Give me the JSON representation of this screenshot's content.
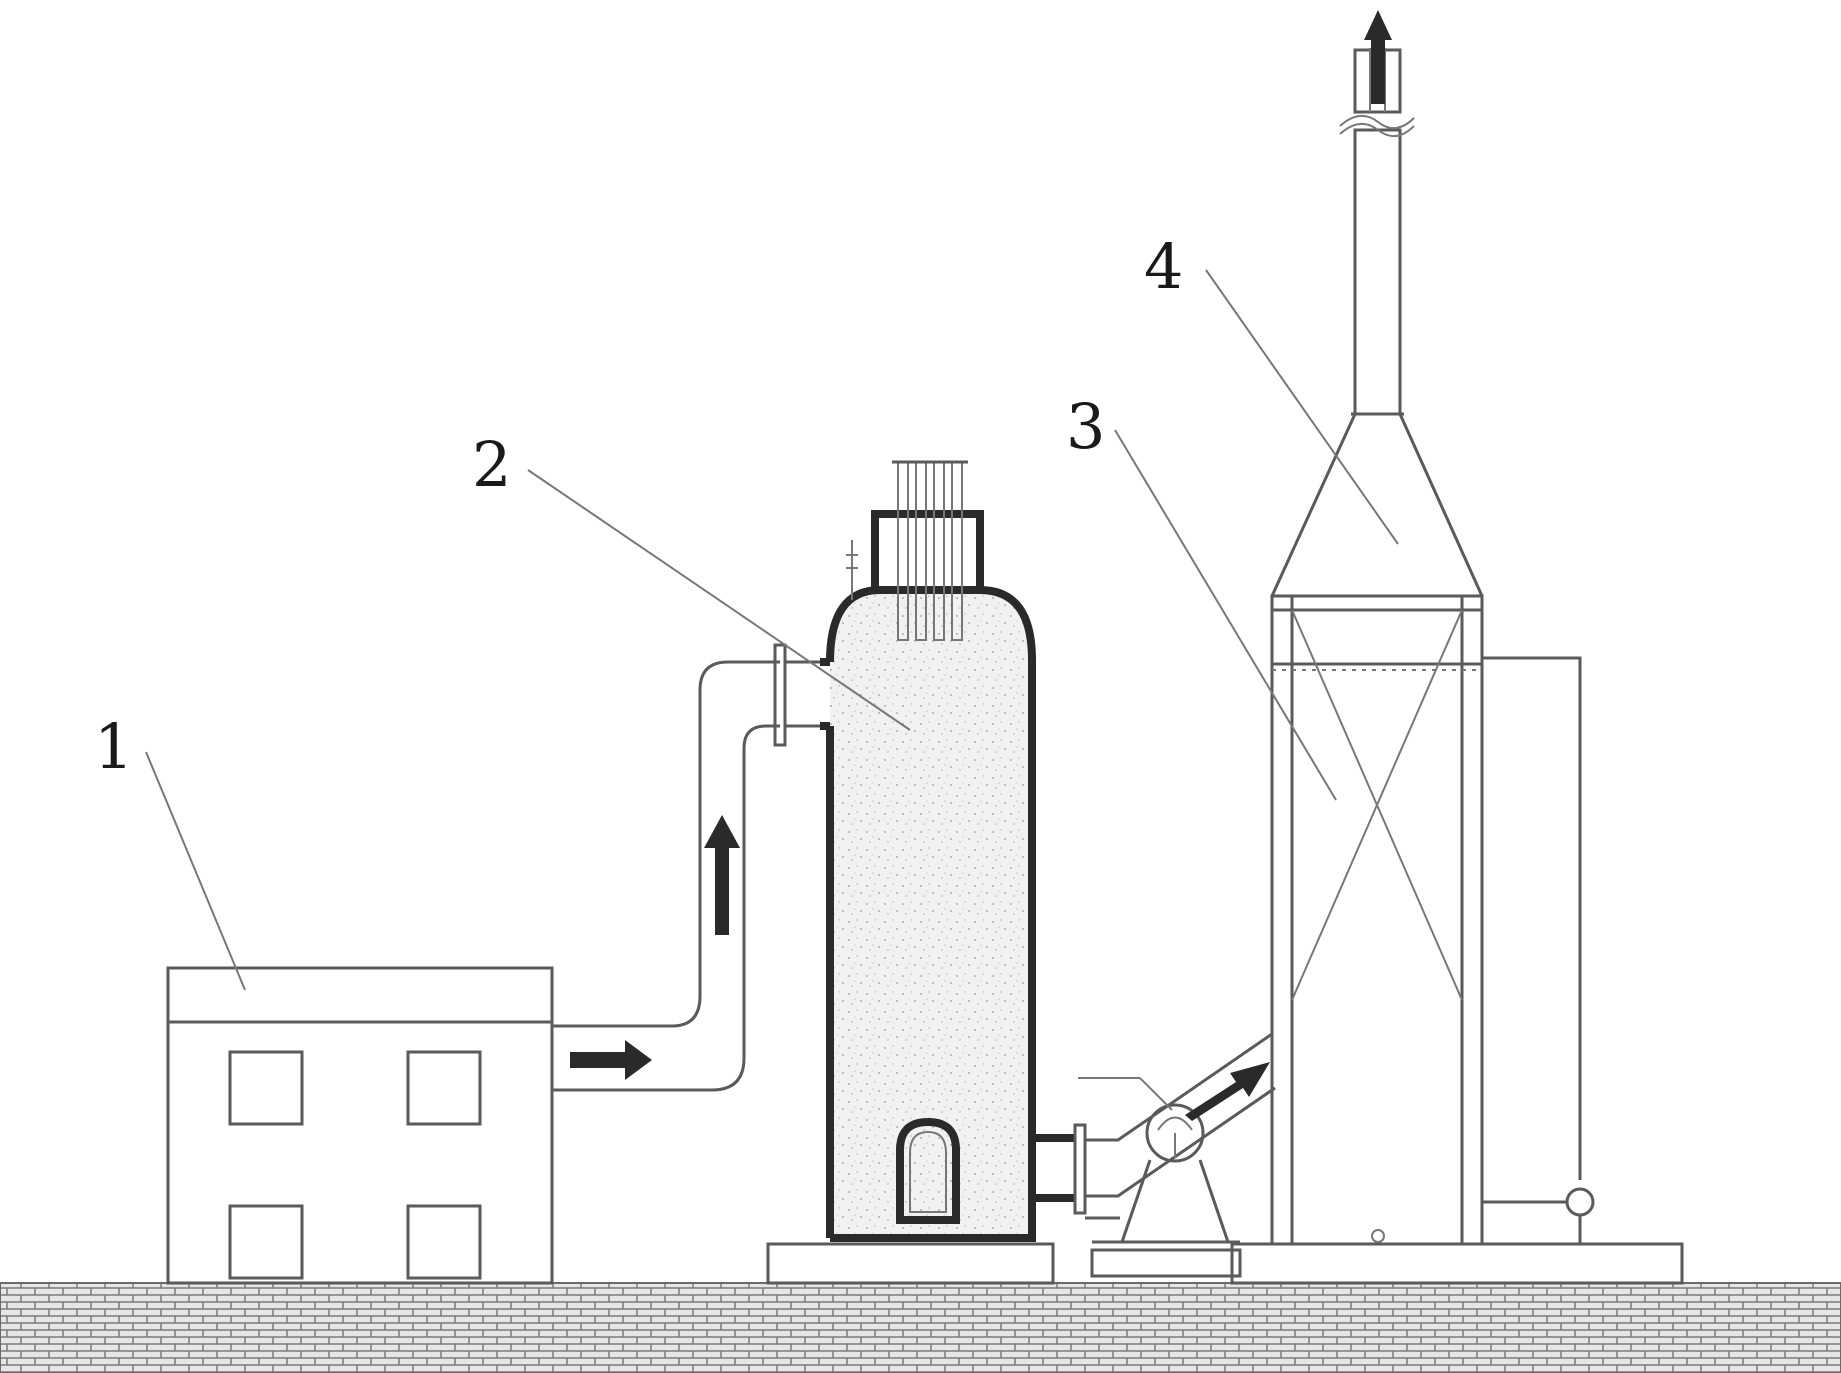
{
  "diagram": {
    "part_labels": [
      {
        "id": "1",
        "text": "1"
      },
      {
        "id": "2",
        "text": "2"
      },
      {
        "id": "3",
        "text": "3"
      },
      {
        "id": "4",
        "text": "4"
      }
    ],
    "colors": {
      "line": "#5a5a5a",
      "dark_wall": "#2a2a2a",
      "ground_fill": "#d8d8d8",
      "foundation_fill": "#e3e3e3",
      "arrow": "#2a2a2a"
    }
  }
}
